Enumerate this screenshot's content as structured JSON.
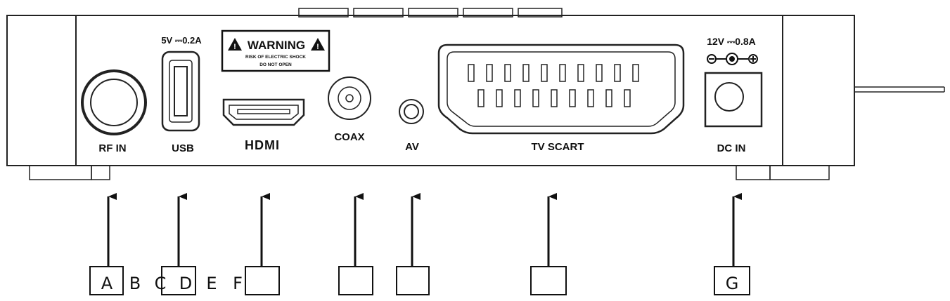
{
  "ports": {
    "rf_in": "RF IN",
    "usb": "USB",
    "usb_rating": "5V ⎓0.2A",
    "hdmi": "HDMI",
    "coax": "COAX",
    "av": "AV",
    "tv_scart": "TV SCART",
    "dc_in": "DC IN",
    "dc_rating": "12V ⎓0.8A"
  },
  "warning_label": {
    "title": "WARNING",
    "line1": "RISK OF ELECTRIC SHOCK",
    "line2": "DO NOT OPEN"
  },
  "callouts": {
    "box_a": "A",
    "letter_b": "B",
    "letter_c": "C",
    "box_d": "D",
    "letter_e": "E",
    "letter_f": "F",
    "box_hdmi": "",
    "box_coax": "",
    "box_av": "",
    "box_scart": "",
    "box_g": "G"
  }
}
